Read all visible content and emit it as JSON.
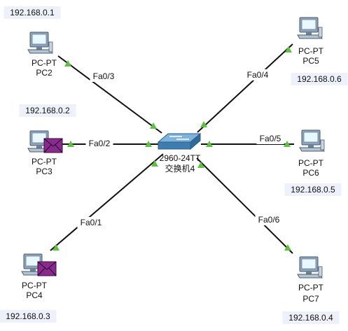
{
  "switch": {
    "model": "2960-24TT",
    "name": "交换机4"
  },
  "devices": [
    {
      "id": "pc2",
      "type": "PC-PT",
      "name": "PC2",
      "ip": "192.168.0.1",
      "port": "Fa0/3",
      "mail": false
    },
    {
      "id": "pc3",
      "type": "PC-PT",
      "name": "PC3",
      "ip": "192.168.0.2",
      "port": "Fa0/2",
      "mail": true
    },
    {
      "id": "pc4",
      "type": "PC-PT",
      "name": "PC4",
      "ip": "192.168.0.3",
      "port": "Fa0/1",
      "mail": true
    },
    {
      "id": "pc5",
      "type": "PC-PT",
      "name": "PC5",
      "ip": "192.168.0.6",
      "port": "Fa0/4",
      "mail": false
    },
    {
      "id": "pc6",
      "type": "PC-PT",
      "name": "PC6",
      "ip": "192.168.0.5",
      "port": "Fa0/5",
      "mail": false
    },
    {
      "id": "pc7",
      "type": "PC-PT",
      "name": "PC7",
      "ip": "192.168.0.4",
      "port": "Fa0/6",
      "mail": false
    }
  ],
  "colors": {
    "link": "#111111",
    "link_up_indicator": "#5cc23f",
    "pc_body": "#8fa3ba",
    "pc_screen": "#e9f7ff",
    "switch_body": "#4f88b8",
    "envelope": "#8a2a8f"
  }
}
